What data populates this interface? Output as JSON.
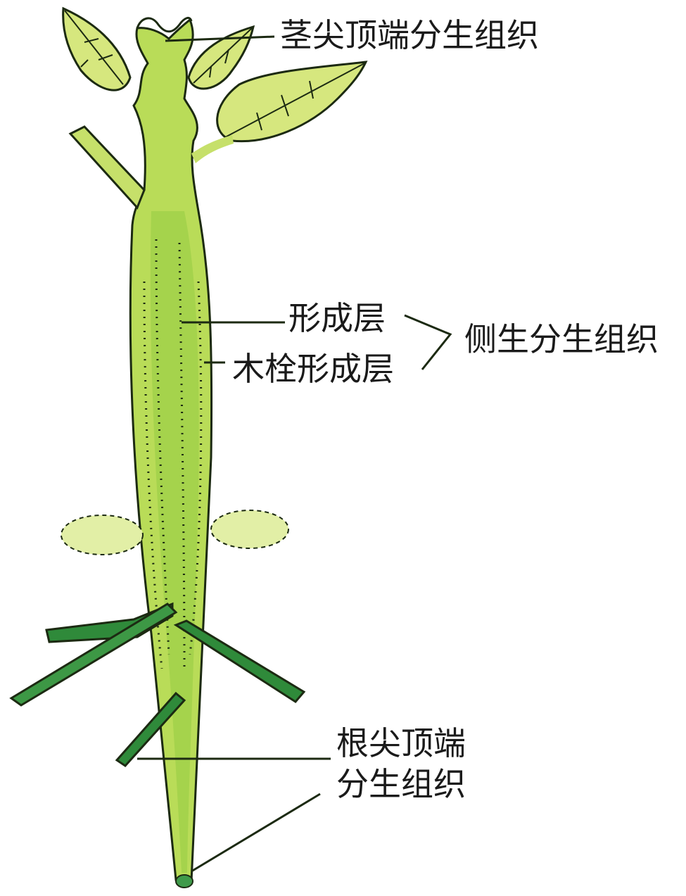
{
  "labels": {
    "shoot_apical": "茎尖顶端分生组织",
    "cambium": "形成层",
    "cork_cambium": "木栓形成层",
    "lateral": "侧生分生组织",
    "root_apical_line1": "根尖顶端",
    "root_apical_line2": "分生组织"
  },
  "colors": {
    "leaf_light": "#d6e77e",
    "stem": "#b9dc58",
    "stem_dark": "#8cc43e",
    "root": "#2f8a3a",
    "root_light": "#5fae5a",
    "outline": "#1c2a12"
  }
}
